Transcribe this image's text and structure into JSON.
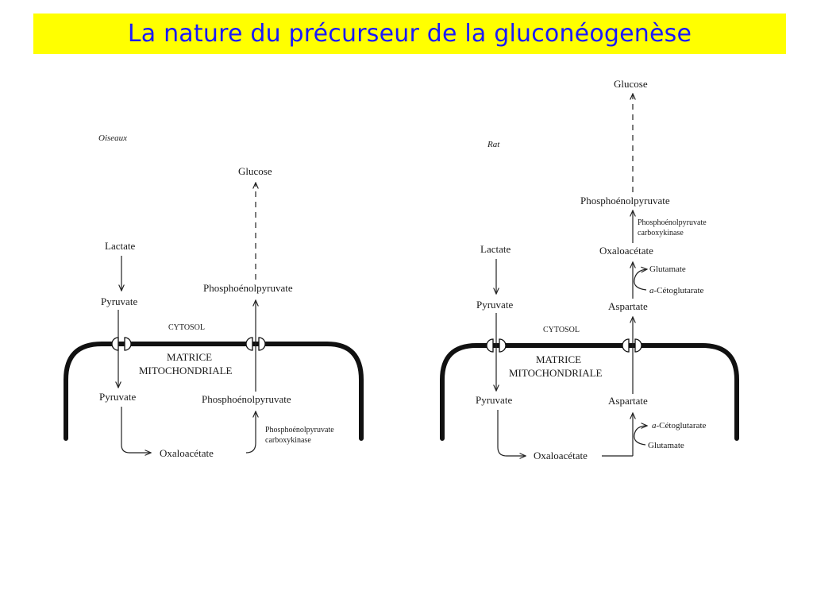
{
  "title": "La nature du précurseur de la gluconéogenèse",
  "colors": {
    "title_bg": "#ffff00",
    "title_text": "#1a1aff"
  },
  "oiseaux": {
    "panel_label": "Oiseaux",
    "glucose": "Glucose",
    "lactate": "Lactate",
    "pyruvate_cyto": "Pyruvate",
    "pep_cyto": "Phosphoénolpyruvate",
    "cytosol": "CYTOSOL",
    "matrice_l1": "MATRICE",
    "matrice_l2": "MITOCHONDRIALE",
    "pyruvate_mito": "Pyruvate",
    "pep_mito": "Phosphoénolpyruvate",
    "enzyme_l1": "Phosphoénolpyruvate",
    "enzyme_l2": "carboxykinase",
    "oxaloacetate": "Oxaloacétate"
  },
  "rat": {
    "panel_label": "Rat",
    "glucose": "Glucose",
    "pep": "Phosphoénolpyruvate",
    "enzyme_l1": "Phosphoénolpyruvate",
    "enzyme_l2": "carboxykinase",
    "lactate": "Lactate",
    "oxaloacetate_cyto": "Oxaloacétate",
    "glutamate_top": "Glutamate",
    "alpha_top": "a",
    "cetoglutarate_top": "-Cétoglutarate",
    "pyruvate_cyto": "Pyruvate",
    "aspartate_cyto": "Aspartate",
    "cytosol": "CYTOSOL",
    "matrice_l1": "MATRICE",
    "matrice_l2": "MITOCHONDRIALE",
    "pyruvate_mito": "Pyruvate",
    "aspartate_mito": "Aspartate",
    "alpha_bottom": "a",
    "cetoglutarate_bottom": "-Cétoglutarate",
    "glutamate_bottom": "Glutamate",
    "oxaloacetate_mito": "Oxaloacétate"
  }
}
